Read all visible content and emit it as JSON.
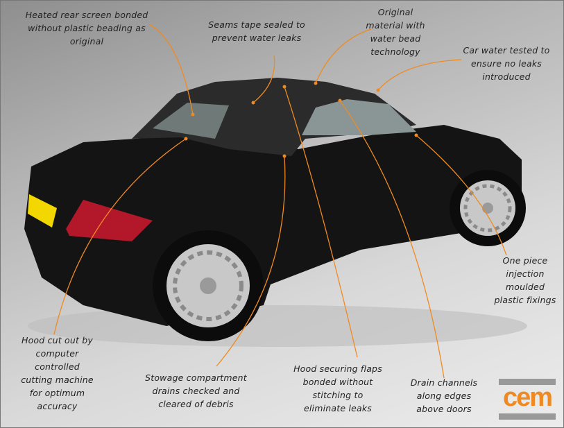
{
  "annotations": [
    {
      "id": "rear-screen",
      "lines": [
        "Heated rear screen bonded",
        "without plastic beading as",
        "original"
      ]
    },
    {
      "id": "seams",
      "lines": [
        "Seams tape sealed to",
        "prevent water leaks"
      ]
    },
    {
      "id": "material",
      "lines": [
        "Original",
        "material with",
        "water bead",
        "technology"
      ]
    },
    {
      "id": "water-tested",
      "lines": [
        "Car water tested to",
        "ensure no leaks",
        "introduced"
      ]
    },
    {
      "id": "fixings",
      "lines": [
        "One piece",
        "injection",
        "moulded",
        "plastic fixings"
      ]
    },
    {
      "id": "cut-out",
      "lines": [
        "Hood cut out by",
        "computer",
        "controlled",
        "cutting machine",
        "for optimum",
        "accuracy"
      ]
    },
    {
      "id": "stowage",
      "lines": [
        "Stowage compartment",
        "drains  checked and",
        "cleared of debris"
      ]
    },
    {
      "id": "flaps",
      "lines": [
        "Hood securing flaps",
        "bonded without",
        "stitching to",
        "eliminate leaks"
      ]
    },
    {
      "id": "drain",
      "lines": [
        "Drain channels",
        "along edges",
        "above doors"
      ]
    }
  ],
  "logo": {
    "text": "cem"
  },
  "colors": {
    "arrow": "#ef8a22",
    "car_body": "#141414",
    "hood": "#2a2a2a",
    "logo_orange": "#ef8a22",
    "logo_gray": "#999999"
  }
}
